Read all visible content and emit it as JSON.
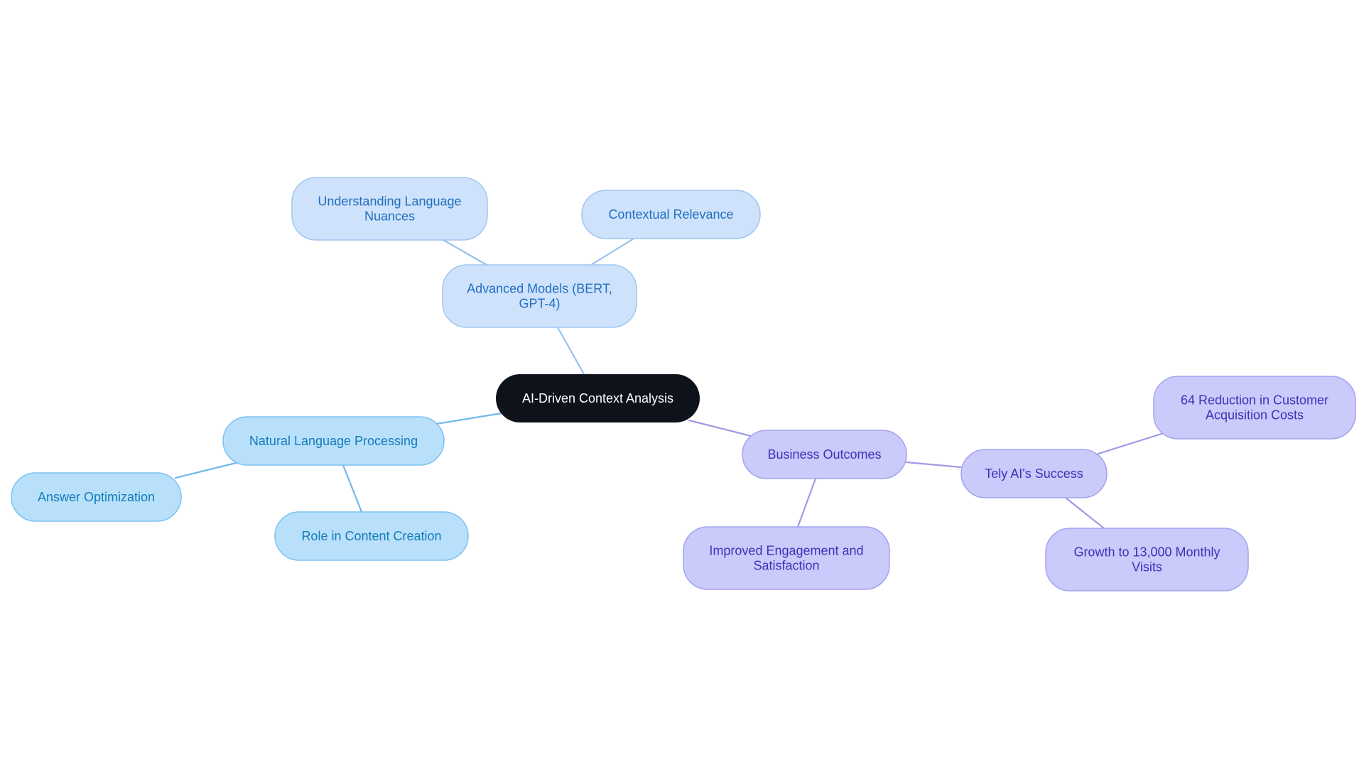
{
  "mindmap": {
    "central": {
      "label": "AI-Driven Context Analysis",
      "fill": "#0d121b",
      "text_color": "#ffffff"
    },
    "branches": [
      {
        "id": "advanced-models",
        "label_lines": [
          "Advanced Models (BERT,",
          "GPT-4)"
        ],
        "theme": "blue",
        "children": [
          {
            "id": "understanding-language-nuances",
            "label_lines": [
              "Understanding Language",
              "Nuances"
            ]
          },
          {
            "id": "contextual-relevance",
            "label_lines": [
              "Contextual Relevance"
            ]
          }
        ]
      },
      {
        "id": "natural-language-processing",
        "label_lines": [
          "Natural Language Processing"
        ],
        "theme": "sky",
        "children": [
          {
            "id": "answer-optimization",
            "label_lines": [
              "Answer Optimization"
            ]
          },
          {
            "id": "role-in-content-creation",
            "label_lines": [
              "Role in Content Creation"
            ]
          }
        ]
      },
      {
        "id": "business-outcomes",
        "label_lines": [
          "Business Outcomes"
        ],
        "theme": "violet",
        "children": [
          {
            "id": "improved-engagement",
            "label_lines": [
              "Improved Engagement and",
              "Satisfaction"
            ]
          },
          {
            "id": "tely-ai-success",
            "label_lines": [
              "Tely AI's Success"
            ],
            "children": [
              {
                "id": "reduction-acquisition-costs",
                "label_lines": [
                  "64 Reduction in Customer",
                  "Acquisition Costs"
                ]
              },
              {
                "id": "growth-monthly-visits",
                "label_lines": [
                  "Growth to 13,000 Monthly",
                  "Visits"
                ]
              }
            ]
          }
        ]
      }
    ],
    "themes": {
      "blue": {
        "fill": "#cfe2fb",
        "stroke": "#9fc6f2",
        "text": "#1f6fc0",
        "edge": "#96c2ef"
      },
      "sky": {
        "fill": "#b9e0fb",
        "stroke": "#7cc2ef",
        "text": "#137bb8",
        "edge": "#6fb9ea"
      },
      "violet": {
        "fill": "#cacafb",
        "stroke": "#a3a3ee",
        "text": "#3b33b8",
        "edge": "#9e9ae6"
      }
    }
  }
}
